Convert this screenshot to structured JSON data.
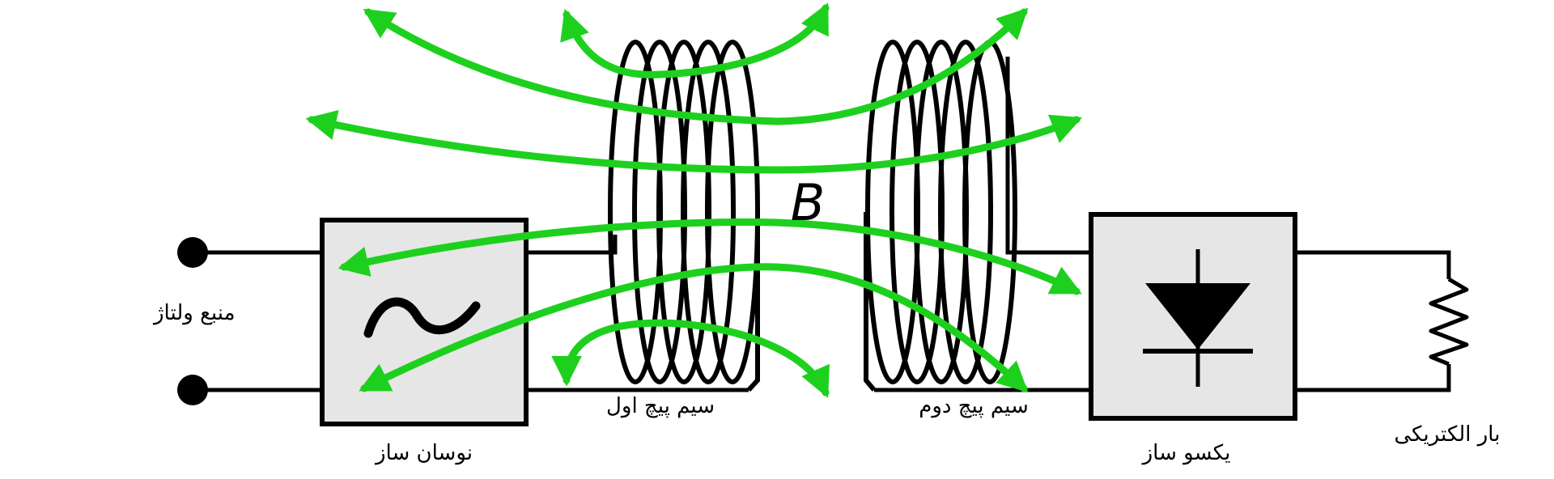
{
  "labels": {
    "voltage_source": "منبع ولتاژ",
    "oscillator": "نوسان ساز",
    "primary_coil": "سیم پیچ اول",
    "magnetic_field": "B",
    "secondary_coil": "سیم پیچ دوم",
    "rectifier": "یکسو ساز",
    "electric_load": "بار الکتریکی"
  },
  "colors": {
    "field_lines": "#1ed01e",
    "wire": "#000000",
    "box_fill": "#e6e6e6"
  },
  "icons": {
    "oscillator_symbol": "sine-wave-icon",
    "rectifier_symbol": "diode-icon",
    "load_symbol": "resistor-icon"
  }
}
